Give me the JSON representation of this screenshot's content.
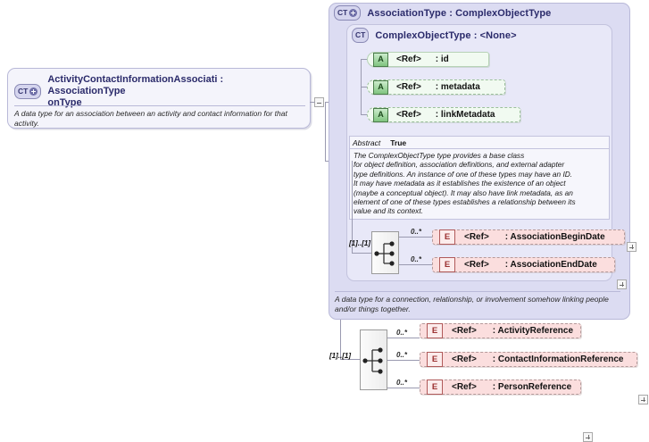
{
  "diagram": {
    "kind": "xsd-schema-diagram",
    "root": {
      "badge": "CT",
      "badge_icon": "complex-type-expand-icon",
      "title": "ActivityContactInformationAssociati : AssociationType onType",
      "title_line1": "ActivityContactInformationAssociati : AssociationType",
      "title_line2": "onType",
      "documentation": "A data type for an association between an activity and contact information for that activity.",
      "collapse_control": "-"
    },
    "association_type": {
      "badge": "CT",
      "badge_icon": "complex-type-expand-icon",
      "title": "AssociationType : ComplexObjectType",
      "documentation": "A data type for a connection, relationship, or involvement somehow linking people and/or things together."
    },
    "complex_object_type": {
      "badge": "CT",
      "badge_icon": "complex-type-icon",
      "title": "ComplexObjectType : <None>",
      "attributes": [
        {
          "badge": "A",
          "ref": "<Ref>",
          "name": ": id"
        },
        {
          "badge": "A",
          "ref": "<Ref>",
          "name": ": metadata"
        },
        {
          "badge": "A",
          "ref": "<Ref>",
          "name": ": linkMetadata"
        }
      ],
      "facet": {
        "key": "Abstract",
        "value": "True",
        "documentation": "The ComplexObjectType type provides a base class\nfor object definition, association definitions, and external adapter\ntype definitions. An instance of one of these types may have an ID.\nIt may have metadata as it establishes the existence of an object\n(maybe a conceptual object). It may also have link metadata, as an\nelement of one of these types establishes a relationship between its\nvalue and its context."
      }
    },
    "inner_sequence": {
      "icon": "sequence-compositor-icon",
      "cardinality": "[1]..[1]",
      "elements": [
        {
          "badge": "E",
          "ref": "<Ref>",
          "name": ": AssociationBeginDate",
          "occurs": "0..*",
          "expand": "+"
        },
        {
          "badge": "E",
          "ref": "<Ref>",
          "name": ": AssociationEndDate",
          "occurs": "0..*",
          "expand": "+"
        }
      ]
    },
    "outer_sequence": {
      "icon": "sequence-compositor-icon",
      "cardinality": "[1]..[1]",
      "elements": [
        {
          "badge": "E",
          "ref": "<Ref>",
          "name": ": ActivityReference",
          "occurs": "0..*",
          "expand": "+"
        },
        {
          "badge": "E",
          "ref": "<Ref>",
          "name": ": ContactInformationReference",
          "occurs": "0..*",
          "expand": "+"
        },
        {
          "badge": "E",
          "ref": "<Ref>",
          "name": ": PersonReference",
          "occurs": "0..*",
          "expand": "+"
        }
      ]
    },
    "colors": {
      "complex_type_fill": "#dcdcf2",
      "complex_type_inner_fill": "#e8e8f8",
      "attribute_fill": "#f1faf1",
      "element_fill": "#fbdede",
      "title_text": "#2b2b6b",
      "connector": "#9a9ab0"
    }
  }
}
